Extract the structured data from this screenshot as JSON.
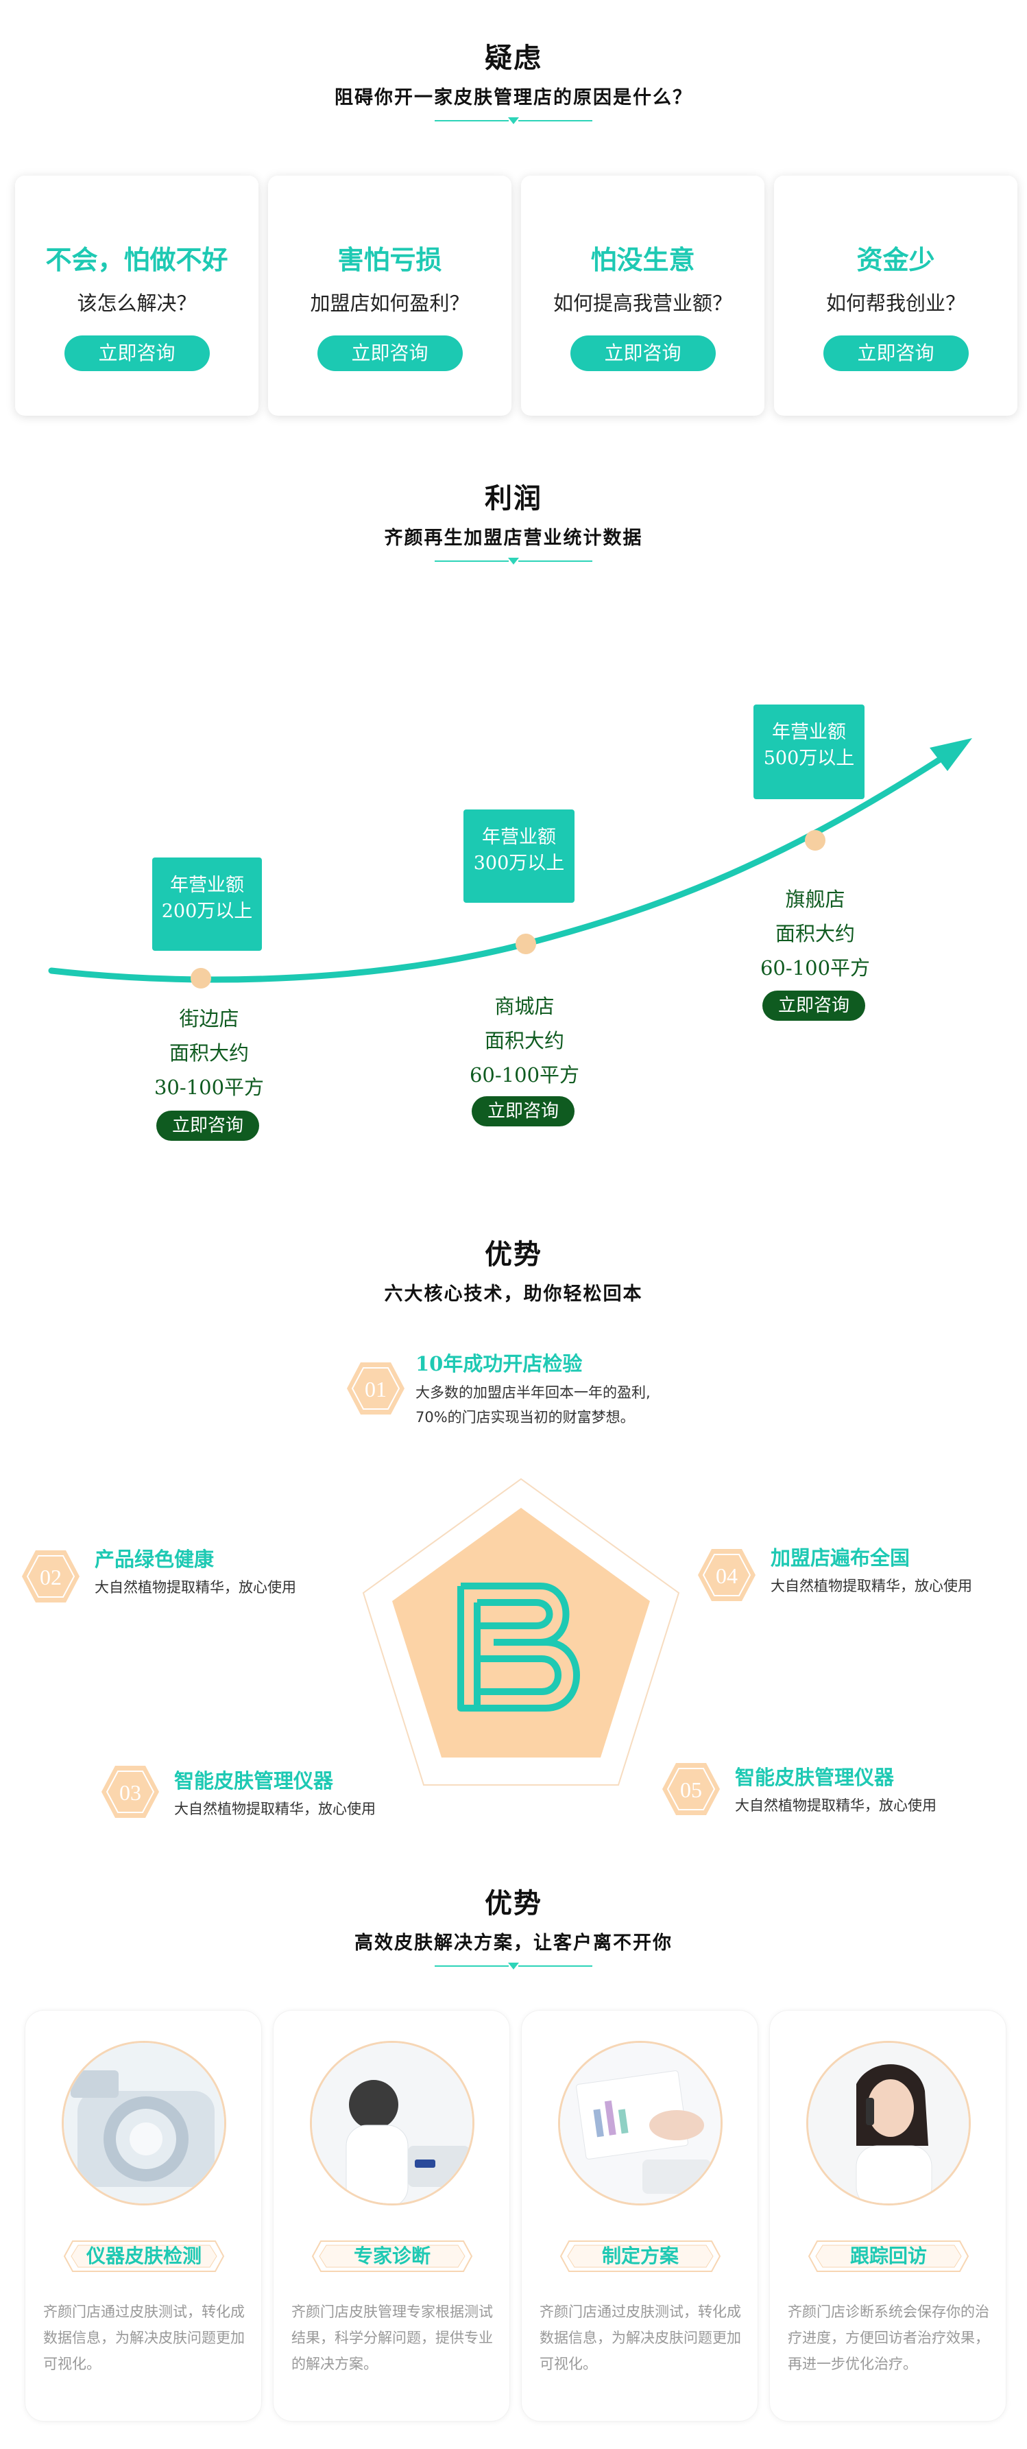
{
  "section1": {
    "title": "疑虑",
    "subtitle": "阻碍你开一家皮肤管理店的原因是什么？",
    "cards": [
      {
        "heading": "不会，怕做不好",
        "question": "该怎么解决？",
        "button": "立即咨询"
      },
      {
        "heading": "害怕亏损",
        "question": "加盟店如何盈利？",
        "button": "立即咨询"
      },
      {
        "heading": "怕没生意",
        "question": "如何提高我营业额？",
        "button": "立即咨询"
      },
      {
        "heading": "资金少",
        "question": "如何帮我创业？",
        "button": "立即咨询"
      }
    ]
  },
  "section2": {
    "title": "利润",
    "subtitle": "齐颜再生加盟店营业统计数据",
    "stores": [
      {
        "box_line1": "年营业额",
        "box_line2": "200万以上",
        "name": "街边店",
        "area_label": "面积大约",
        "area": "30-100平方",
        "button": "立即咨询"
      },
      {
        "box_line1": "年营业额",
        "box_line2": "300万以上",
        "name": "商城店",
        "area_label": "面积大约",
        "area": "60-100平方",
        "button": "立即咨询"
      },
      {
        "box_line1": "年营业额",
        "box_line2": "500万以上",
        "name": "旗舰店",
        "area_label": "面积大约",
        "area": "60-100平方",
        "button": "立即咨询"
      }
    ],
    "colors": {
      "curve": "#1cc9b2",
      "dot": "#f6cfa0",
      "button": "#0f5b20"
    }
  },
  "section3": {
    "title": "优势",
    "subtitle": "六大核心技术，助你轻松回本",
    "items": [
      {
        "num": "01",
        "title": "10年成功开店检验",
        "desc1": "大多数的加盟店半年回本一年的盈利,",
        "desc2": "70%的门店实现当初的财富梦想。"
      },
      {
        "num": "02",
        "title": "产品绿色健康",
        "desc1": "大自然植物提取精华，放心使用",
        "desc2": ""
      },
      {
        "num": "03",
        "title": "智能皮肤管理仪器",
        "desc1": "大自然植物提取精华，放心使用",
        "desc2": ""
      },
      {
        "num": "04",
        "title": "加盟店遍布全国",
        "desc1": "大自然植物提取精华，放心使用",
        "desc2": ""
      },
      {
        "num": "05",
        "title": "智能皮肤管理仪器",
        "desc1": "大自然植物提取精华，放心使用",
        "desc2": ""
      }
    ],
    "colors": {
      "hex": "#fbd6ad",
      "pentagon": "#fcd3a6",
      "logo": "#1ec9b3"
    }
  },
  "section4": {
    "title": "优势",
    "subtitle": "高效皮肤解决方案，让客户离不开你",
    "cards": [
      {
        "tag": "仪器皮肤检测",
        "desc": "齐颜门店通过皮肤测试，转化成数据信息，为解决皮肤问题更加可视化。"
      },
      {
        "tag": "专家诊断",
        "desc": "齐颜门店皮肤管理专家根据测试结果，科学分解问题，提供专业的解决方案。"
      },
      {
        "tag": "制定方案",
        "desc": "齐颜门店通过皮肤测试，转化成数据信息，为解决皮肤问题更加可视化。"
      },
      {
        "tag": "跟踪回访",
        "desc": "齐颜门店诊断系统会保存你的治疗进度，方便回访者治疗效果，再进一步优化治疗。"
      }
    ]
  }
}
